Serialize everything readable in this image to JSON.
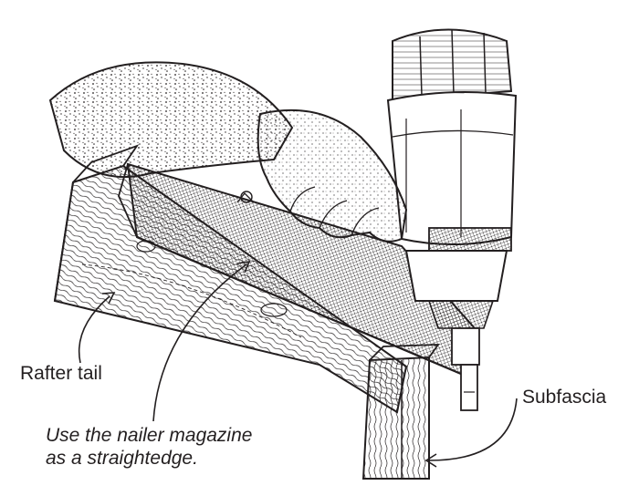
{
  "labels": {
    "rafter_tail": "Rafter tail",
    "subfascia": "Subfascia",
    "caption_line1": "Use the nailer magazine",
    "caption_line2": "as a straightedge."
  },
  "colors": {
    "ink": "#231f20",
    "paper": "#ffffff"
  }
}
